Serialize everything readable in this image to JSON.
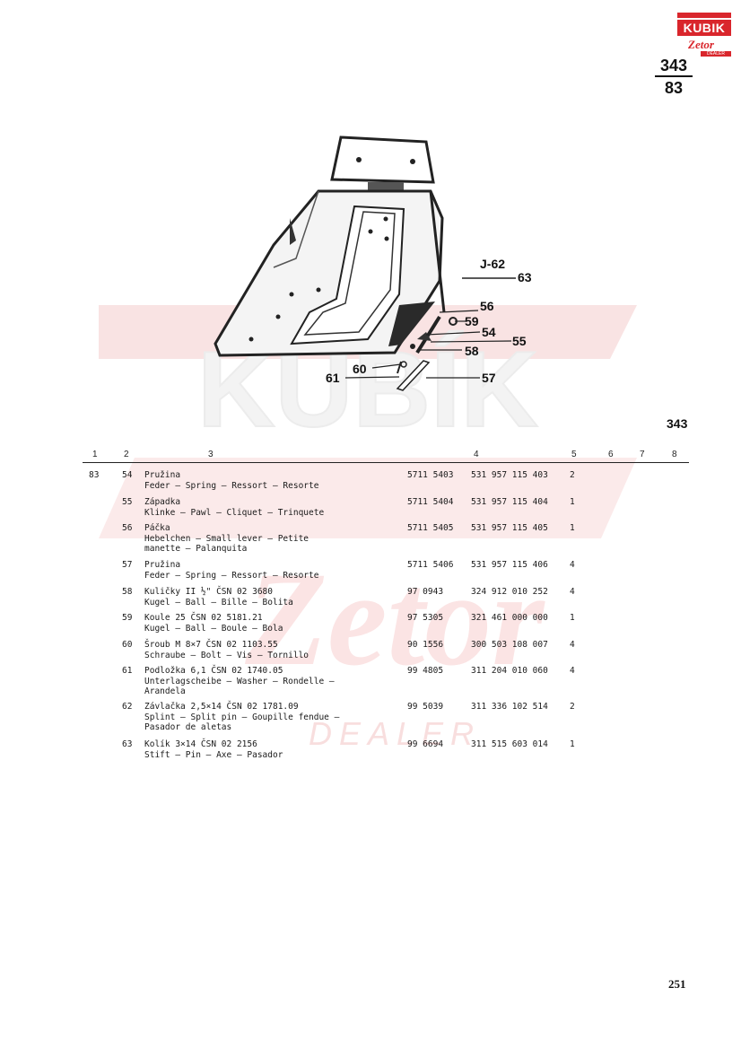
{
  "logo": {
    "top_text": "KUBIK",
    "mid_text": "Zetor",
    "bottom_text": "DEALER"
  },
  "header": {
    "fraction_num": "343",
    "fraction_den": "83",
    "plate_number": "343"
  },
  "colors": {
    "brand_red": "#d9262c",
    "ink": "#1a1a1a",
    "watermark": "#f7dede"
  },
  "watermark": {
    "line1": "KUBÍK",
    "line2": "Zetor",
    "line3": "DEALER"
  },
  "figure": {
    "callouts": [
      "J-62",
      "63",
      "56",
      "59",
      "54",
      "55",
      "58",
      "60",
      "61",
      "57"
    ]
  },
  "table": {
    "columns": [
      "1",
      "2",
      "3",
      "4",
      "5",
      "6",
      "7",
      "8"
    ],
    "group": "83",
    "rows": [
      {
        "pos": "54",
        "name": "Pružina",
        "desc": [
          "Feder — Spring — Ressort — Resorte"
        ],
        "code": "5711 5403",
        "part": "531 957 115 403",
        "qty": "2"
      },
      {
        "pos": "55",
        "name": "Západka",
        "desc": [
          "Klinke — Pawl — Cliquet — Trinquete"
        ],
        "code": "5711 5404",
        "part": "531 957 115 404",
        "qty": "1"
      },
      {
        "pos": "56",
        "name": "Páčka",
        "desc": [
          "Hebelchen — Small lever — Petite",
          "manette — Palanquita"
        ],
        "code": "5711 5405",
        "part": "531 957 115 405",
        "qty": "1"
      },
      {
        "pos": "57",
        "name": "Pružina",
        "desc": [
          "Feder — Spring — Ressort — Resorte"
        ],
        "code": "5711 5406",
        "part": "531 957 115 406",
        "qty": "4"
      },
      {
        "pos": "58",
        "name": "Kuličky II ½\" ČSN 02 3680",
        "desc": [
          "Kugel — Ball — Bille — Bolita"
        ],
        "code": "97 0943",
        "part": "324 912 010 252",
        "qty": "4"
      },
      {
        "pos": "59",
        "name": "Koule 25 ČSN 02 5181.21",
        "desc": [
          "Kugel — Ball — Boule — Bola"
        ],
        "code": "97 5305",
        "part": "321 461 000 000",
        "qty": "1"
      },
      {
        "pos": "60",
        "name": "Šroub M 8×7 ČSN 02 1103.55",
        "desc": [
          "Schraube — Bolt — Vis — Tornillo"
        ],
        "code": "90 1556",
        "part": "300 503 108 007",
        "qty": "4"
      },
      {
        "pos": "61",
        "name": "Podložka 6,1 ČSN 02 1740.05",
        "desc": [
          "Unterlagscheibe — Washer — Rondelle —",
          "Arandela"
        ],
        "code": "99 4805",
        "part": "311 204 010 060",
        "qty": "4"
      },
      {
        "pos": "62",
        "name": "Závlačka 2,5×14 ČSN 02 1781.09",
        "desc": [
          "Splint — Split pin — Goupille fendue —",
          "Pasador de aletas"
        ],
        "code": "99 5039",
        "part": "311 336 102 514",
        "qty": "2"
      },
      {
        "pos": "63",
        "name": "Kolík 3×14 ČSN 02 2156",
        "desc": [
          "Stift — Pin — Axe — Pasador"
        ],
        "code": "99 6694",
        "part": "311 515 603 014",
        "qty": "1"
      }
    ]
  },
  "footer": {
    "page_number": "251"
  }
}
